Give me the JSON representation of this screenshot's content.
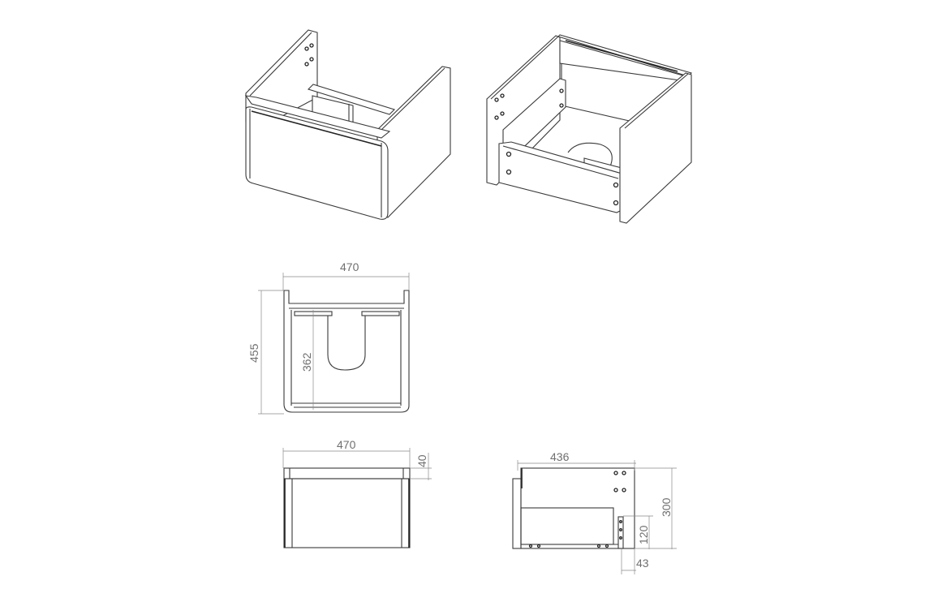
{
  "drawing": {
    "subject": "vanity unit technical drawing",
    "views": {
      "iso_closed": {
        "label": "isometric view with drawer closed"
      },
      "iso_open": {
        "label": "isometric view with drawer removed"
      },
      "top_view": {
        "width_label": "470",
        "depth_label": "455",
        "inner_depth_label": "362"
      },
      "front_view": {
        "width_label": "470",
        "top_rail_label": "40"
      },
      "side_view": {
        "depth_label": "436",
        "height_label": "300",
        "drawer_height_label": "120",
        "offset_label": "43"
      }
    },
    "colors": {
      "line": "#3a3a3a",
      "dimension": "#8a8a8a",
      "dimension_text": "#6f6f6f",
      "background": "#ffffff"
    }
  }
}
